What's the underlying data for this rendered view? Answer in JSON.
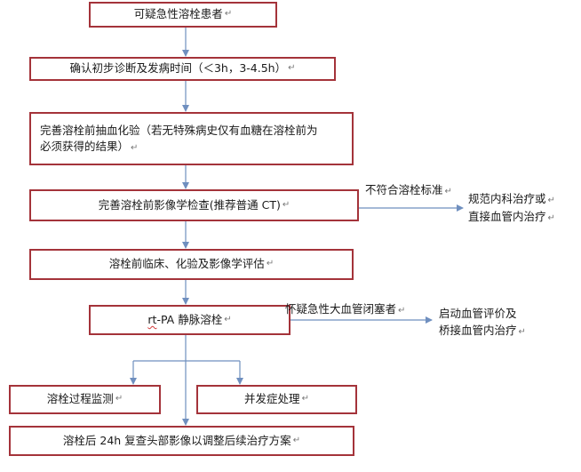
{
  "flowchart": {
    "step1": "可疑急性溶栓患者",
    "step2": "确认初步诊断及发病时间（＜3h，3-4.5h）",
    "step3_line1": "完善溶栓前抽血化验（若无特殊病史仅有血糖在溶栓前为",
    "step3_line2": "必须获得的结果）",
    "step4": "完善溶栓前影像学检查(推荐普通 CT)",
    "step5": "溶栓前临床、化验及影像学评估",
    "step6_prefix": "rt",
    "step6_rest": "-PA 静脉溶栓",
    "step7a": "溶栓过程监测",
    "step7b": "并发症处理",
    "step8": "溶栓后 24h 复查头部影像以调整后续治疗方案",
    "branch1_condition": "不符合溶栓标准",
    "branch1_line1": "规范内科治疗或",
    "branch1_line2": "直接血管内治疗",
    "branch2_condition": "怀疑急性大血管闭塞者",
    "branch2_line1": "启动血管评价及",
    "branch2_line2": "桥接血管内治疗"
  },
  "paragraph_mark": "↵",
  "colors": {
    "box_border": "#a4333a",
    "connector": "#6f8fbf",
    "text": "#1a1a1a"
  }
}
